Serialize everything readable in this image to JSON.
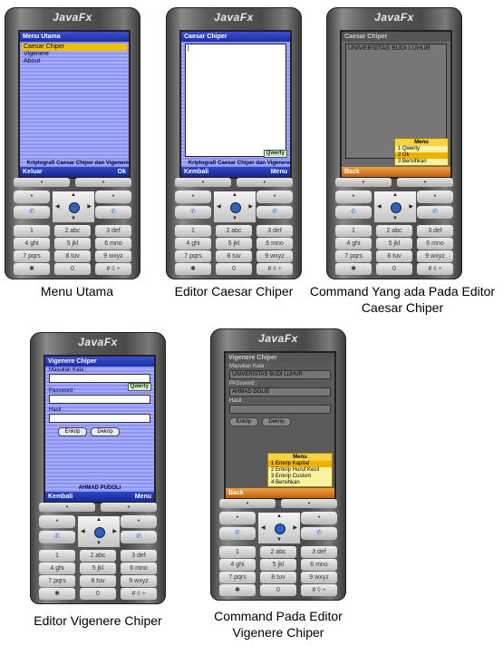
{
  "brand": "JavaFx",
  "keys": {
    "soft_left": "•",
    "soft_right": "•",
    "nav_left": "•",
    "nav_right": "•",
    "call": "✆",
    "end": "✆",
    "numpad": [
      "1",
      "2 abc",
      "3 def",
      "4 ghi",
      "5 jkl",
      "6 mno",
      "7 pqrs",
      "8 tuv",
      "9 wxyz",
      "✱",
      "0",
      "# ◊ ÷"
    ]
  },
  "phones": [
    {
      "caption": "Menu Utama",
      "screen_title": "Menu Utama",
      "menu_items": [
        "Caesar Chiper",
        "Vigenere",
        "About"
      ],
      "ticker": "Kriptografi Caesar Chiper dan Vigenere",
      "soft_left": "Keluar",
      "soft_right": "Ok"
    },
    {
      "caption": "Editor Caesar Chiper",
      "screen_title": "Caesar Chiper",
      "qwerty": "Qwerty",
      "ticker": "Kriptografi Caesar Chiper dan Vigenere",
      "soft_left": "Kembali",
      "soft_right": "Menu"
    },
    {
      "caption": "Command Yang ada Pada Editor Caesar Chiper",
      "screen_title": "Caesar Chiper",
      "text_value": "UNIVERSITAS BUDI LUHUR",
      "popup_title": "Menu",
      "popup_items": [
        "1 Qwerty",
        "2 Ok",
        "3 Bersihkan"
      ],
      "soft_left": "Back"
    },
    {
      "caption": "Editor Vigenere Chiper",
      "screen_title": "Vigenere Chiper",
      "label_kata": "Masukan Kata :",
      "label_password": "Password :",
      "label_hasil": "Hasil :",
      "qwerty": "Qwerty",
      "btn_enkrip": "Enkrip",
      "btn_dekrip": "Dekrip",
      "author": "AHMAD PUDOLI",
      "soft_left": "Kembali",
      "soft_right": "Menu"
    },
    {
      "caption": "Command Pada Editor Vigenere Chiper",
      "screen_title": "Vigenere Chiper",
      "label_kata": "Masukan Kata :",
      "value_kata": "UNIVERSITAS BUDI LUHUR",
      "label_password": "PASsword :",
      "value_password": "AHMAD DOLIE",
      "label_hasil": "Hasil :",
      "btn_enkrip": "Enkrip",
      "btn_dekrip": "Dekrip",
      "popup_title": "Menu",
      "popup_items": [
        "1 Enkrip Kapital",
        "2 Enkrip Huruf Kecil",
        "3 Enkrip Custom",
        "4 Bersihkan"
      ],
      "soft_left": "Back"
    }
  ]
}
